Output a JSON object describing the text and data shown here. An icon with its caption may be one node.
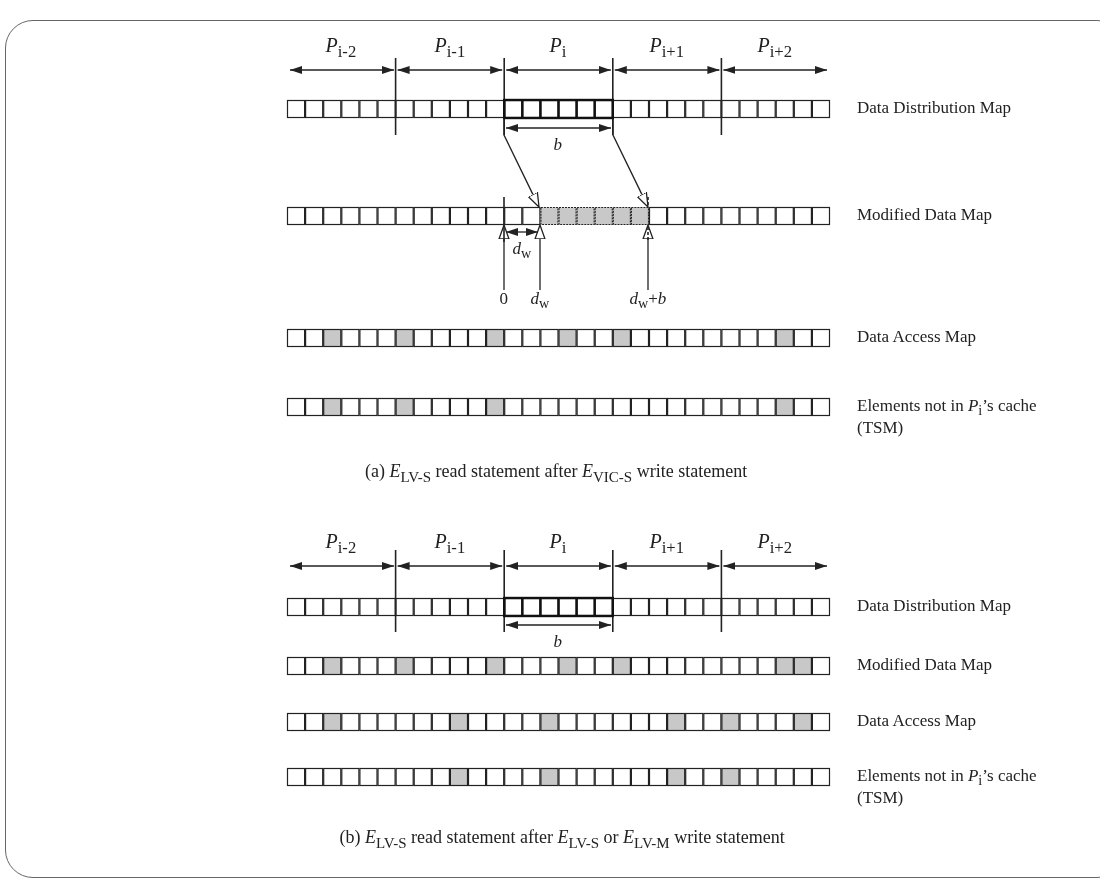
{
  "diagram": {
    "nodes": [
      {
        "text": [],
        "shape": "bar",
        "beside": [
          "Data Distribution Map"
        ]
      },
      {
        "text": [],
        "shape": "bar",
        "beside": [
          "Modified Data Map"
        ]
      },
      {
        "text": [
          "0"
        ]
      },
      {
        "text": [
          "*d*$_{w}$"
        ]
      },
      {
        "text": [
          "*d*$_{w}$+*b*"
        ]
      },
      {
        "text": [],
        "shape": "bar",
        "beside": [
          "Data Access Map"
        ]
      },
      {
        "text": [],
        "shape": "bar",
        "beside": [
          "Elements not in *P*$_{i}$’s cache (TSM)"
        ]
      },
      {
        "text": [],
        "shape": "bar",
        "beside": [
          "Data Distribution Map"
        ]
      },
      {
        "text": [],
        "shape": "bar",
        "beside": [
          "Modified Data Map"
        ]
      },
      {
        "text": [],
        "shape": "bar",
        "beside": [
          "Data Access Map"
        ]
      },
      {
        "text": [],
        "shape": "bar",
        "beside": [
          "Elements not in *P*$_{i}$’s cache (TSM)"
        ]
      }
    ],
    "edges": [
      {
        "from": 0,
        "to": 1,
        "arrow": "to"
      },
      {
        "from": 0,
        "to": 1,
        "arrow": "to"
      },
      {
        "from": 2,
        "to": 1,
        "arrow": "to"
      },
      {
        "from": 3,
        "to": 1,
        "arrow": "to"
      },
      {
        "from": 4,
        "to": 1,
        "arrow": "to"
      }
    ],
    "labels": [
      "*P*$_{i-2}$",
      "*P*$_{i-1}$",
      "*P*$_{i}$",
      "*P*$_{i+1}$",
      "*P*$_{i+2}$",
      "b",
      "*d*$_{w}$",
      "(a) *E*$_{LV-S}$ read statement after *E*$_{VIC-S}$ write statement",
      "*P*$_{i-2}$",
      "*P*$_{i-1}$",
      "*P*$_{i}$",
      "*P*$_{i+1}$",
      "*P*$_{i+2}$",
      "b",
      "(b) *E*$_{LV-S}$ read statement after *E*$_{LV-S}$ or *E*$_{LV-M}$ write statement"
    ]
  }
}
